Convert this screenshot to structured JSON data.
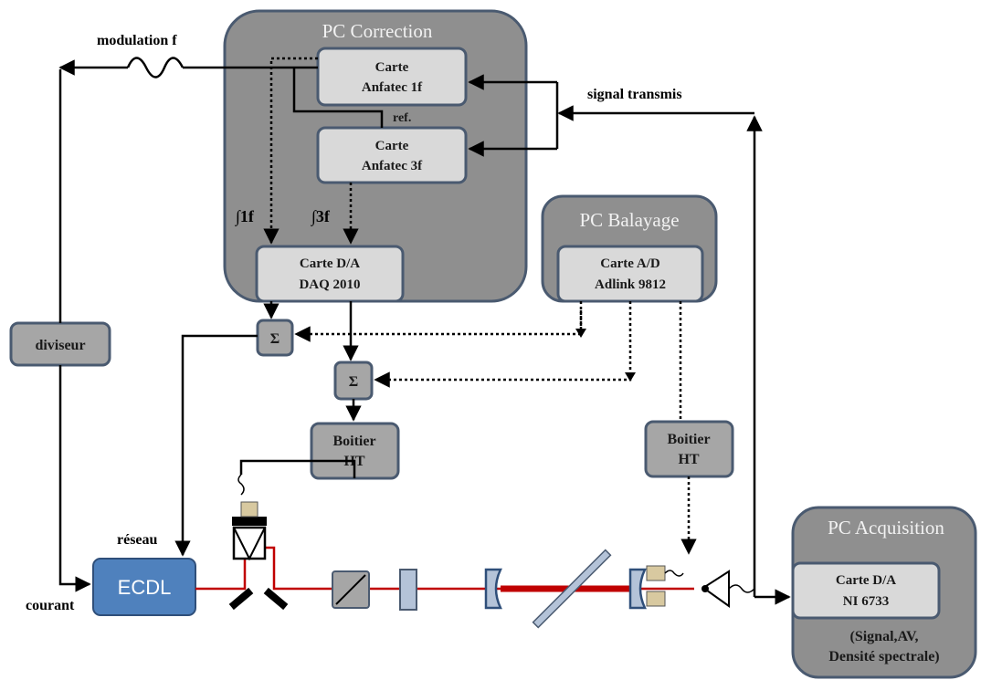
{
  "pc_correction": {
    "title": "PC Correction",
    "card_1f": {
      "line1": "Carte",
      "line2": "Anfatec 1f"
    },
    "card_3f": {
      "line1": "Carte",
      "line2": "Anfatec 3f"
    },
    "card_da": {
      "line1": "Carte D/A",
      "line2": "DAQ 2010"
    },
    "integral_1f": "∫1f",
    "integral_3f": "∫3f"
  },
  "pc_balayage": {
    "title": "PC Balayage",
    "card_ad": {
      "line1": "Carte A/D",
      "line2": "Adlink 9812"
    }
  },
  "pc_acquisition": {
    "title": "PC Acquisition",
    "card_da": {
      "line1": "Carte D/A",
      "line2": "NI 6733"
    },
    "note_line1": "(Signal,AV,",
    "note_line2": "Densité spectrale)"
  },
  "labels": {
    "modulation": "modulation f",
    "signal_transmis": "signal transmis",
    "ref": "ref.",
    "reseau": "réseau",
    "courant": "courant"
  },
  "diviseur": "diviseur",
  "sum_symbol": "Σ",
  "boitier_ht_1": {
    "line1": "Boitier",
    "line2": "HT"
  },
  "boitier_ht_2": {
    "line1": "Boitier",
    "line2": "HT"
  },
  "ecdl": "ECDL",
  "colors": {
    "pc_fill": "#8f8f8f",
    "card_fill": "#d9d9d9",
    "box_fill": "#a6a6a6",
    "ecdl_fill": "#4f81bd",
    "laser": "#c00000"
  }
}
